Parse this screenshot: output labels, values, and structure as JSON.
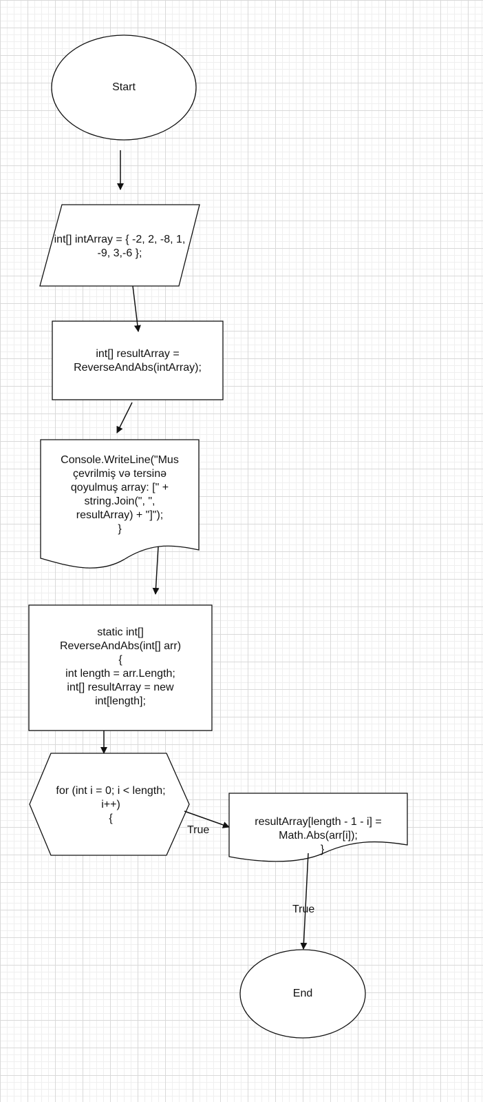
{
  "nodes": {
    "start": "Start",
    "input_array": [
      "int[] intArray = { -2, 2, -8, 1,",
      "-9, 3,-6 };"
    ],
    "call_reverse": [
      "int[] resultArray =",
      "ReverseAndAbs(intArray);"
    ],
    "console_output": [
      "Console.WriteLine(\"Mus",
      "çevrilmiş və tersinə",
      "qoyulmuş array: [\" +",
      "string.Join(\", \",",
      "resultArray) + \"]\");",
      "}"
    ],
    "function_def": [
      "static int[]",
      "ReverseAndAbs(int[] arr)",
      "{",
      "int length = arr.Length;",
      "int[] resultArray = new",
      "int[length];"
    ],
    "for_loop": [
      "for (int i = 0; i < length;",
      "i++)",
      "{"
    ],
    "loop_body": [
      "resultArray[length - 1 - i] =",
      "Math.Abs(arr[i]);",
      "}"
    ],
    "end": "End"
  },
  "edge_labels": {
    "loop_true": "True",
    "body_true": "True"
  },
  "colors": {
    "stroke": "#111111",
    "fill": "#ffffff",
    "grid_major": "#d9d9d9",
    "grid_minor": "#efefef"
  }
}
